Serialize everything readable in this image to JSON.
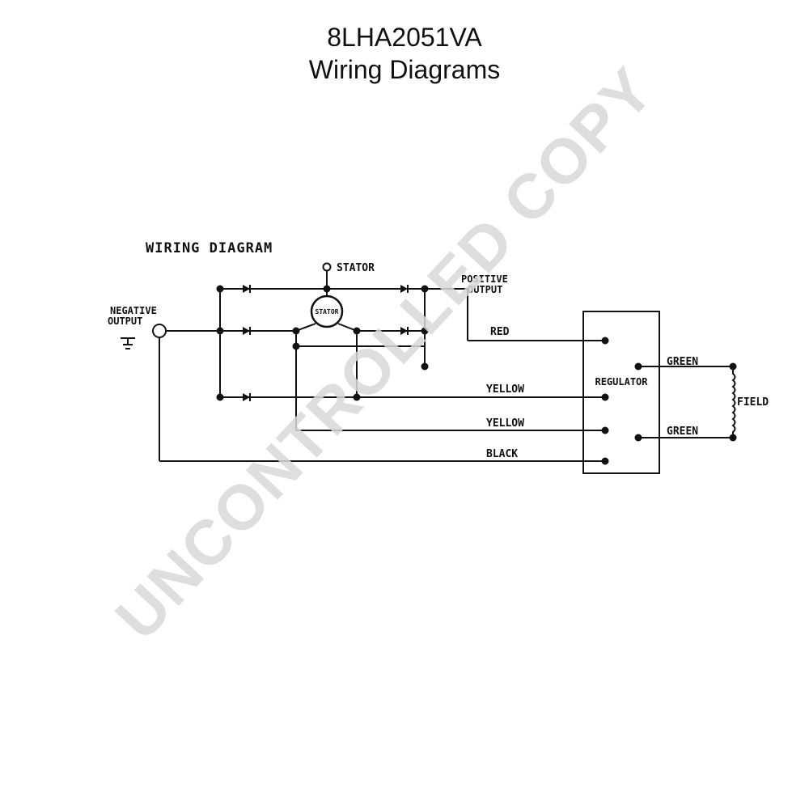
{
  "header": {
    "part_number": "8LHA2051VA",
    "subtitle": "Wiring Diagrams"
  },
  "diagram": {
    "title": "WIRING DIAGRAM",
    "labels": {
      "stator_terminal": "STATOR",
      "stator_coil": "STATOR",
      "positive_output_1": "POSITIVE",
      "positive_output_2": "OUTPUT",
      "negative_output_1": "NEGATIVE",
      "negative_output_2": "OUTPUT",
      "regulator": "REGULATOR",
      "field": "FIELD"
    },
    "wires": {
      "red": "RED",
      "yellow_1": "YELLOW",
      "yellow_2": "YELLOW",
      "black": "BLACK",
      "green_1": "GREEN",
      "green_2": "GREEN"
    }
  },
  "watermark": {
    "text": "UNCONTROLLED COPY",
    "color": "#d9d9d9"
  }
}
